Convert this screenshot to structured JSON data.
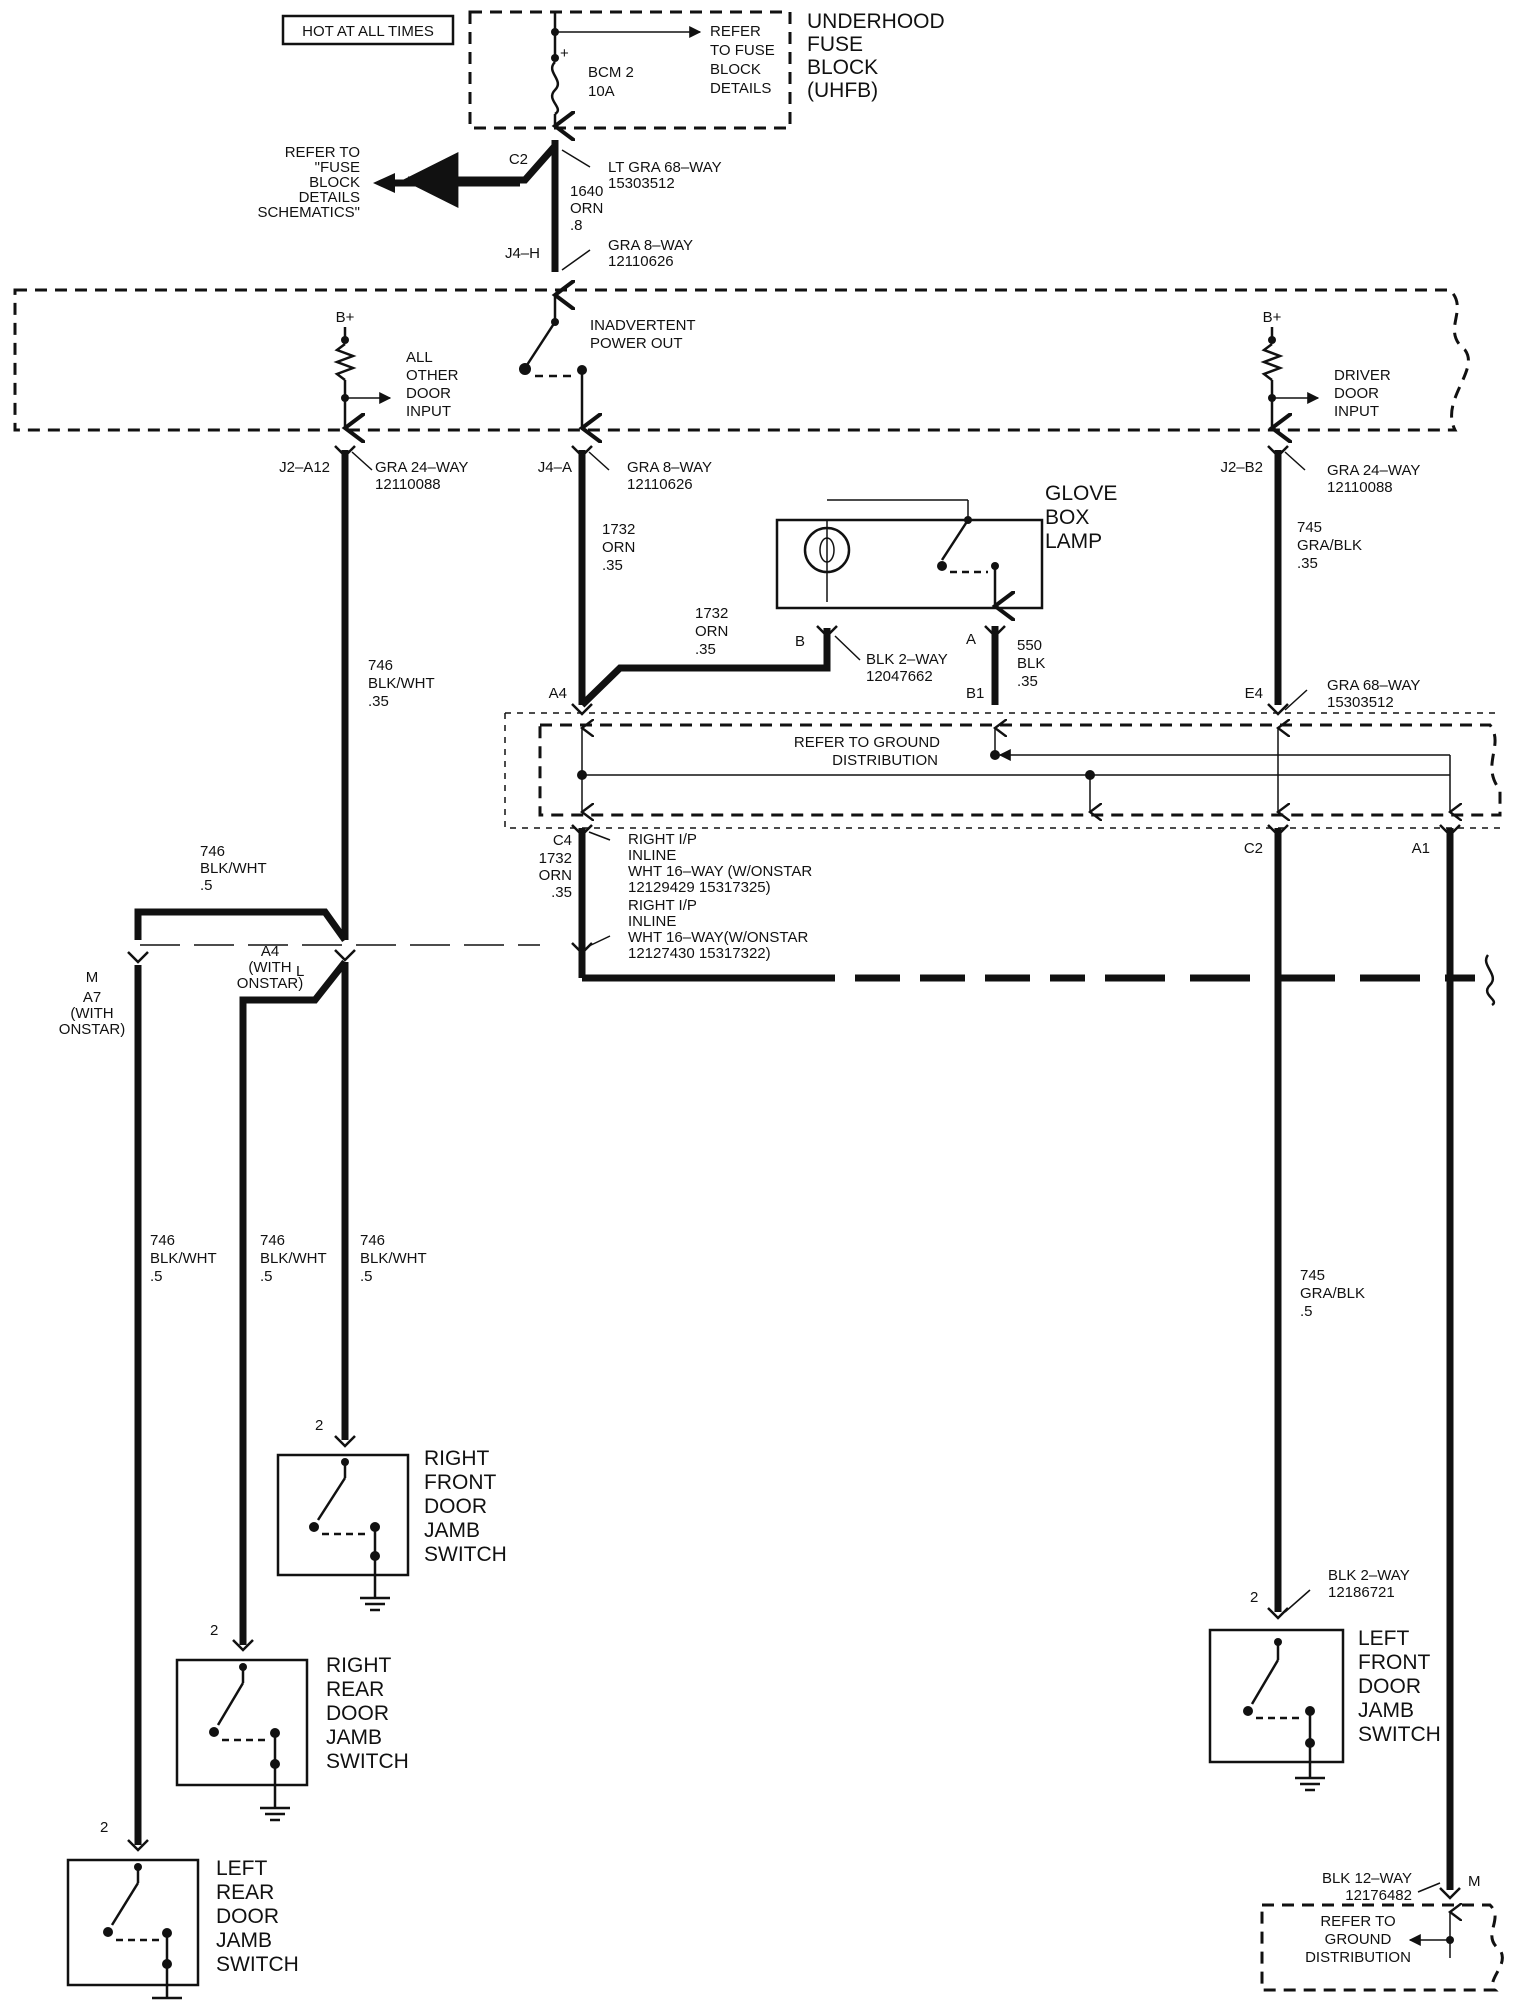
{
  "fuse_block": {
    "hot_label": "HOT AT ALL TIMES",
    "fuse_name": "BCM 2",
    "fuse_rating": "10A",
    "refer": [
      "REFER",
      "TO FUSE",
      "BLOCK",
      "DETAILS"
    ],
    "title": [
      "UNDERHOOD",
      "FUSE",
      "BLOCK",
      "(UHFB)"
    ]
  },
  "refer_fuse": [
    "REFER TO",
    "\"FUSE",
    "BLOCK",
    "DETAILS",
    "SCHEMATICS\""
  ],
  "c2_top": {
    "pin": "C2",
    "connector": "LT GRA 68–WAY",
    "part": "15303512"
  },
  "wire_1640": [
    "1640",
    "ORN",
    ".8"
  ],
  "j4h": {
    "pin": "J4–H",
    "connector": "GRA 8–WAY",
    "part": "12110626"
  },
  "bcm": {
    "b_plus": "B+",
    "all_other_door": [
      "ALL",
      "OTHER",
      "DOOR",
      "INPUT"
    ],
    "inadvertent": [
      "INADVERTENT",
      "POWER OUT"
    ],
    "driver_door": [
      "DRIVER",
      "DOOR",
      "INPUT"
    ]
  },
  "j2a12": {
    "pin": "J2–A12",
    "connector": "GRA 24–WAY",
    "part": "12110088"
  },
  "j4a": {
    "pin": "J4–A",
    "connector": "GRA 8–WAY",
    "part": "12110626"
  },
  "j2b2": {
    "pin": "J2–B2",
    "connector": "GRA 24–WAY",
    "part": "12110088"
  },
  "wire_1732_a": [
    "1732",
    "ORN",
    ".35"
  ],
  "wire_1732_b": [
    "1732",
    "ORN",
    ".35"
  ],
  "wire_745_top": [
    "745",
    "GRA/BLK",
    ".35"
  ],
  "wire_746_mid": [
    "746",
    "BLK/WHT",
    ".35"
  ],
  "glove": {
    "title": [
      "GLOVE",
      "BOX",
      "LAMP"
    ],
    "pin_b": "B",
    "pin_a": "A",
    "connector": "BLK 2–WAY",
    "part": "12047662",
    "b1": "B1",
    "wire_550": [
      "550",
      "BLK",
      ".35"
    ]
  },
  "splice": {
    "a4": "A4",
    "e4": "E4",
    "connector": "GRA 68–WAY",
    "part": "15303512",
    "refer_ground": [
      "REFER TO GROUND",
      "DISTRIBUTION"
    ],
    "c2": "C2",
    "a1": "A1"
  },
  "inline": {
    "c4": "C4",
    "wire": [
      "1732",
      "ORN",
      ".35"
    ],
    "upper": [
      "RIGHT I/P",
      "INLINE",
      "WHT 16–WAY (W/ONSTAR",
      "12129429        15317325)"
    ],
    "lower": [
      "RIGHT I/P",
      "INLINE",
      "WHT 16–WAY(W/ONSTAR",
      "12127430        15317322)"
    ]
  },
  "left_inline": {
    "wire_746": [
      "746",
      "BLK/WHT",
      ".5"
    ],
    "m": "M",
    "a7": [
      "A7",
      "(WITH",
      "ONSTAR)"
    ],
    "a4": [
      "A4",
      "(WITH",
      "ONSTAR)"
    ],
    "l": "L"
  },
  "wire_746_a": [
    "746",
    "BLK/WHT",
    ".5"
  ],
  "wire_746_b": [
    "746",
    "BLK/WHT",
    ".5"
  ],
  "wire_746_c": [
    "746",
    "BLK/WHT",
    ".5"
  ],
  "wire_745_low": [
    "745",
    "GRA/BLK",
    ".5"
  ],
  "switches": {
    "rf": {
      "pin": "2",
      "label": [
        "RIGHT",
        "FRONT",
        "DOOR",
        "JAMB",
        "SWITCH"
      ]
    },
    "rr": {
      "pin": "2",
      "label": [
        "RIGHT",
        "REAR",
        "DOOR",
        "JAMB",
        "SWITCH"
      ]
    },
    "lr": {
      "pin": "2",
      "label": [
        "LEFT",
        "REAR",
        "DOOR",
        "JAMB",
        "SWITCH"
      ]
    },
    "lf": {
      "pin": "2",
      "connector": "BLK 2–WAY",
      "part": "12186721",
      "label": [
        "LEFT",
        "FRONT",
        "DOOR",
        "JAMB",
        "SWITCH"
      ]
    }
  },
  "bottom": {
    "connector": "BLK 12–WAY",
    "part": "12176482",
    "m": "M",
    "refer_ground": [
      "REFER TO",
      "GROUND",
      "DISTRIBUTION"
    ]
  }
}
